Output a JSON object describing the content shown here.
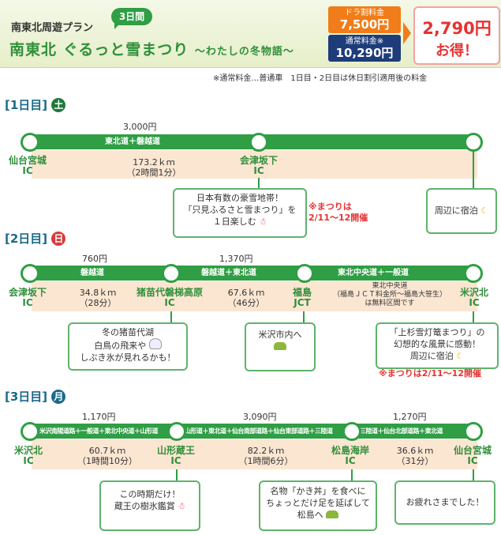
{
  "header": {
    "subtitle": "南東北周遊プラン",
    "days_badge": "3日間",
    "title": "南東北 ぐるっと雪まつり",
    "title_sub": "〜わたしの冬物語〜",
    "dora_label": "ドラ割料金",
    "dora_price": "7,500円",
    "normal_label": "通常料金※",
    "normal_price": "10,290円",
    "savings_value": "2,790円",
    "savings_text": "お得！",
    "note": "※通常料金…普通車　1日目・2日目は休日割引適用後の料金"
  },
  "colors": {
    "green": "#2f9e44",
    "orange": "#f07d1a",
    "navy": "#1e3c7a",
    "red": "#e63232",
    "band": "#fbe6d2"
  },
  "day1": {
    "label": "[1日目]",
    "weekday": "土",
    "weekday_color": "#1e7a3a",
    "price": "3,000円",
    "road": "東北道＋磐越道",
    "start_ic": "仙台宮城",
    "start_ic2": "IC",
    "end_ic": "会津坂下",
    "end_ic2": "IC",
    "dist": "173.2ｋｍ",
    "time": "（2時間1分）",
    "bubble1": [
      "日本有数の豪雪地帯！",
      "「只見ふるさと雪まつり」を",
      "１日楽しむ"
    ],
    "note1": "※まつりは",
    "note2": "2/11〜12開催",
    "bubble2": "周辺に宿泊"
  },
  "day2": {
    "label": "[2日目]",
    "weekday": "日",
    "weekday_color": "#d83a3a",
    "price1": "760円",
    "price2": "1,370円",
    "road1": "磐越道",
    "road2": "磐越道＋東北道",
    "road3": "東北中央道＋一般道",
    "ic1": "会津坂下",
    "ic1b": "IC",
    "ic2": "猪苗代磐梯高原",
    "ic2b": "IC",
    "ic3": "福島",
    "ic3b": "JCT",
    "ic4": "米沢北",
    "ic4b": "IC",
    "dist1": "34.8ｋｍ",
    "time1": "（28分）",
    "dist2": "67.6ｋｍ",
    "time2": "（46分）",
    "free_note": [
      "東北中央道",
      "（福島ＪＣＴ料金所〜福島大笹生）",
      "は無料区間です"
    ],
    "bubble1": [
      "冬の猪苗代湖",
      "白鳥の飛来や",
      "しぶき氷が見れるかも！"
    ],
    "bubble2": "米沢市内へ",
    "bubble3": [
      "「上杉雪灯篭まつり」の",
      "幻想的な風景に感動！",
      "周辺に宿泊"
    ],
    "note": "※まつりは2/11〜12開催"
  },
  "day3": {
    "label": "[3日目]",
    "weekday": "月",
    "weekday_color": "#1c6a8a",
    "price1": "1,170円",
    "price2": "3,090円",
    "price3": "1,270円",
    "road1": "米沢南陽道路＋一般道＋東北中央道＋山形道",
    "road2": "山形道＋東北道＋仙台南部道路＋仙台東部道路＋三陸道",
    "road3": "三陸道＋仙台北部道路＋東北道",
    "ic1": "米沢北",
    "ic1b": "IC",
    "ic2": "山形蔵王",
    "ic2b": "IC",
    "ic3": "松島海岸",
    "ic3b": "IC",
    "ic4": "仙台宮城",
    "ic4b": "IC",
    "dist1": "60.7ｋｍ",
    "time1": "（1時間10分）",
    "dist2": "82.2ｋｍ",
    "time2": "（1時間6分）",
    "dist3": "36.6ｋｍ",
    "time3": "（31分）",
    "bubble1": [
      "この時期だけ！",
      "蔵王の樹氷鑑賞"
    ],
    "bubble2": [
      "名物「かき丼」を食べに",
      "ちょっとだけ足を延ばして",
      "松島へ"
    ],
    "bubble3": "お疲れさまでした！"
  }
}
